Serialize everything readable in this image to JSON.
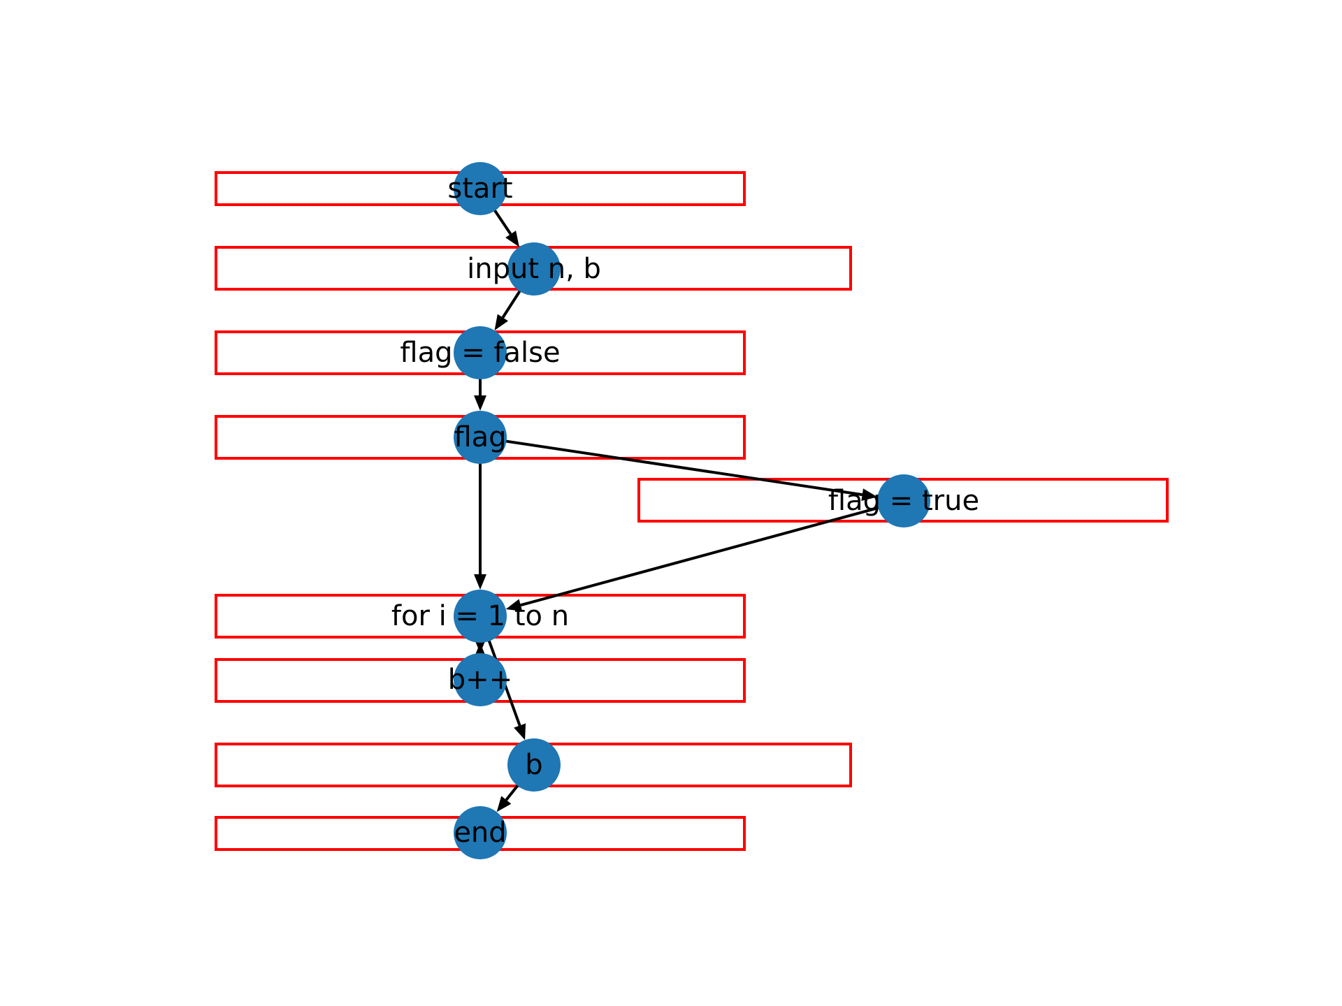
{
  "nodes": [
    {
      "id": "start",
      "label": "start"
    },
    {
      "id": "input",
      "label": "input n, b"
    },
    {
      "id": "flag_false",
      "label": "flag = false"
    },
    {
      "id": "flag",
      "label": "flag"
    },
    {
      "id": "flag_true",
      "label": "flag = true"
    },
    {
      "id": "for_loop",
      "label": "for i = 1 to n"
    },
    {
      "id": "b_inc",
      "label": "b++"
    },
    {
      "id": "b_out",
      "label": "b"
    },
    {
      "id": "end",
      "label": "end"
    }
  ],
  "edges": [
    {
      "from": "start",
      "to": "input"
    },
    {
      "from": "input",
      "to": "flag_false"
    },
    {
      "from": "flag_false",
      "to": "flag"
    },
    {
      "from": "flag",
      "to": "flag_true"
    },
    {
      "from": "flag",
      "to": "for_loop"
    },
    {
      "from": "flag_true",
      "to": "for_loop"
    },
    {
      "from": "for_loop",
      "to": "b_inc"
    },
    {
      "from": "b_inc",
      "to": "for_loop"
    },
    {
      "from": "for_loop",
      "to": "b_out"
    },
    {
      "from": "b_out",
      "to": "end"
    }
  ],
  "colors": {
    "node_fill": "#1f77b4",
    "box_stroke": "#ff0000",
    "edge": "#000000",
    "label": "#000000"
  }
}
